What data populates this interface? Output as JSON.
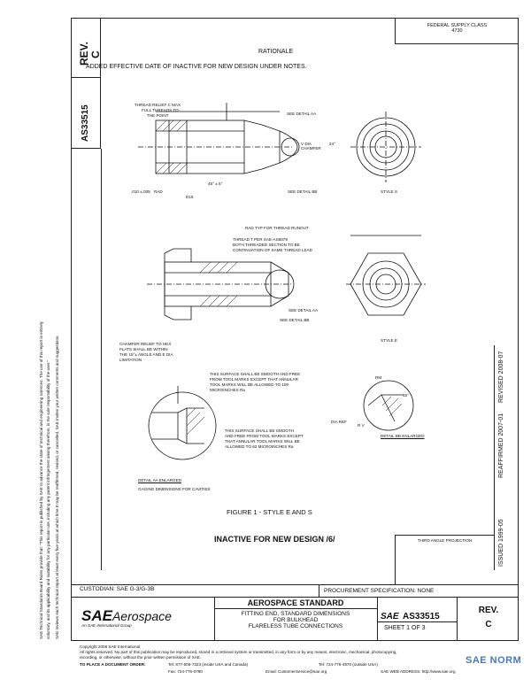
{
  "rev_box": {
    "label": "REV.",
    "value": "C"
  },
  "doc_code": "AS33515",
  "top_right_note": {
    "line1": "FEDERAL SUPPLY CLASS",
    "line2": "4730"
  },
  "rationale": {
    "title": "RATIONALE",
    "text": "ADDED EFFECTIVE DATE OF INACTIVE FOR NEW DESIGN UNDER NOTES."
  },
  "side_notice": {
    "line1": "SAE Technical Standards Board Rules provide that: \"This report is published by SAE to advance the state of technical and engineering sciences. The use of this report is entirely",
    "line2": "voluntary, and its applicability and suitability for any particular use, including any patent infringement arising therefrom, is the sole responsibility of the user.\"",
    "line3": "SAE reviews each technical report at least every five years at which time it may be reaffirmed, revised, or cancelled. SAE invites your written comments and suggestions."
  },
  "revision_history": {
    "issued": "ISSUED 1999-05",
    "reaffirmed": "REAFFIRMED 2007-01",
    "revised": "REVISED 2008-07"
  },
  "labels": {
    "thread_relief": "THREAD RELIEF C MAX",
    "full_thread": "FULL THREADS TO",
    "the_point": "THE POINT",
    "see_aa": "SEE DETAIL AA",
    "see_bb": "SEE DETAIL BB",
    "v_dia_chamfer": "V DIA CHAMFER",
    "rad": "RAD",
    "rad_tol": ".010 ±.005",
    "d15": "D15",
    "dim_45": "45° ± 5°",
    "style_s": "STYLE S",
    "style_e": "STYLE E",
    "rad_thread_runout": "RAD TYP FOR THREAD RUNOUT",
    "thread_note_1": "THREAD T PER SAE-AS8879",
    "thread_note_2": "BOTH THREADED SECTION TO BE",
    "thread_note_3": "CONTINUATION OF SAME THREAD LEAD",
    "chamfer_note_1": "CHAMFER RELIEF TO HEX",
    "chamfer_note_2": "FLATS SHALL BE WITHIN",
    "chamfer_note_3": "THE 15°± ANGLE AND E DIA",
    "chamfer_note_4": "LIMITATION",
    "surface_note_1": "THIS SURFACE SHALL BE SMOOTH AND FREE",
    "surface_note_2": "FROM TOOL MARKS EXCEPT THAT ANNULAR",
    "surface_note_3": "TOOL MARKS WILL BE ALLOWED TO 100",
    "surface_note_4": "MICROINCHES Ra",
    "surface_note_b1": "THIS SURFACE SHALL BE SMOOTH",
    "surface_note_b2": "AND FREE FROM TOOL MARKS EXCEPT",
    "surface_note_b3": "THAT ANNULAR TOOL MARKS WILL BE",
    "surface_note_b4": "ALLOWED TO 63 MICROINCHES Ra",
    "detail_aa": "DETAIL AA ENLARGED",
    "gaging": "GAGING DIMENSIONS FOR CAVITIES",
    "detail_bb": "DETAIL BB ENLARGED",
    "dia_ref": "DIA REF",
    "rm": "RM",
    "rv": "R V",
    "deg_15": "15°",
    "deg_24": "24°"
  },
  "figure_caption": "FIGURE 1 - STYLE E AND S",
  "inactive_notice": "INACTIVE FOR NEW DESIGN /6/",
  "third_angle": "THIRD ANGLE PROJECTION",
  "title_block": {
    "custodian": "CUSTODIAN: SAE G-3/G-3B",
    "procurement": "PROCUREMENT SPECIFICATION: NONE",
    "brand": "SAE",
    "brand_suffix": "Aerospace",
    "brand_sub": "An SAE International Group",
    "standard_type": "AEROSPACE STANDARD",
    "title_line1": "FITTING END, STANDARD DIMENSIONS",
    "title_line2": "FOR BULKHEAD",
    "title_line3": "FLARELESS TUBE CONNECTIONS",
    "doc_label": "SAE",
    "doc_number": "AS33515",
    "sheet": "SHEET 1 OF 3",
    "rev_label": "REV.",
    "rev_value": "C"
  },
  "footer": {
    "copyright": "Copyright 2008 SAE International",
    "rights": "All rights reserved. No part of this publication may be reproduced, stored in a retrieval system or transmitted, in any form or by any means, electronic, mechanical, photocopying,",
    "rights2": "recording, or otherwise, without the prior written permission of SAE.",
    "order": "TO PLACE A DOCUMENT ORDER:",
    "tel1": "Tel: 877-606-7323 (inside USA and Canada)",
    "tel2": "Tel: 724-776-4970 (outside USA)",
    "fax": "Fax: 724-776-0790",
    "email": "Email: CustomerService@sae.org",
    "web": "SAE WEB ADDRESS: http://www.sae.org"
  },
  "watermark": "SAE NORM"
}
